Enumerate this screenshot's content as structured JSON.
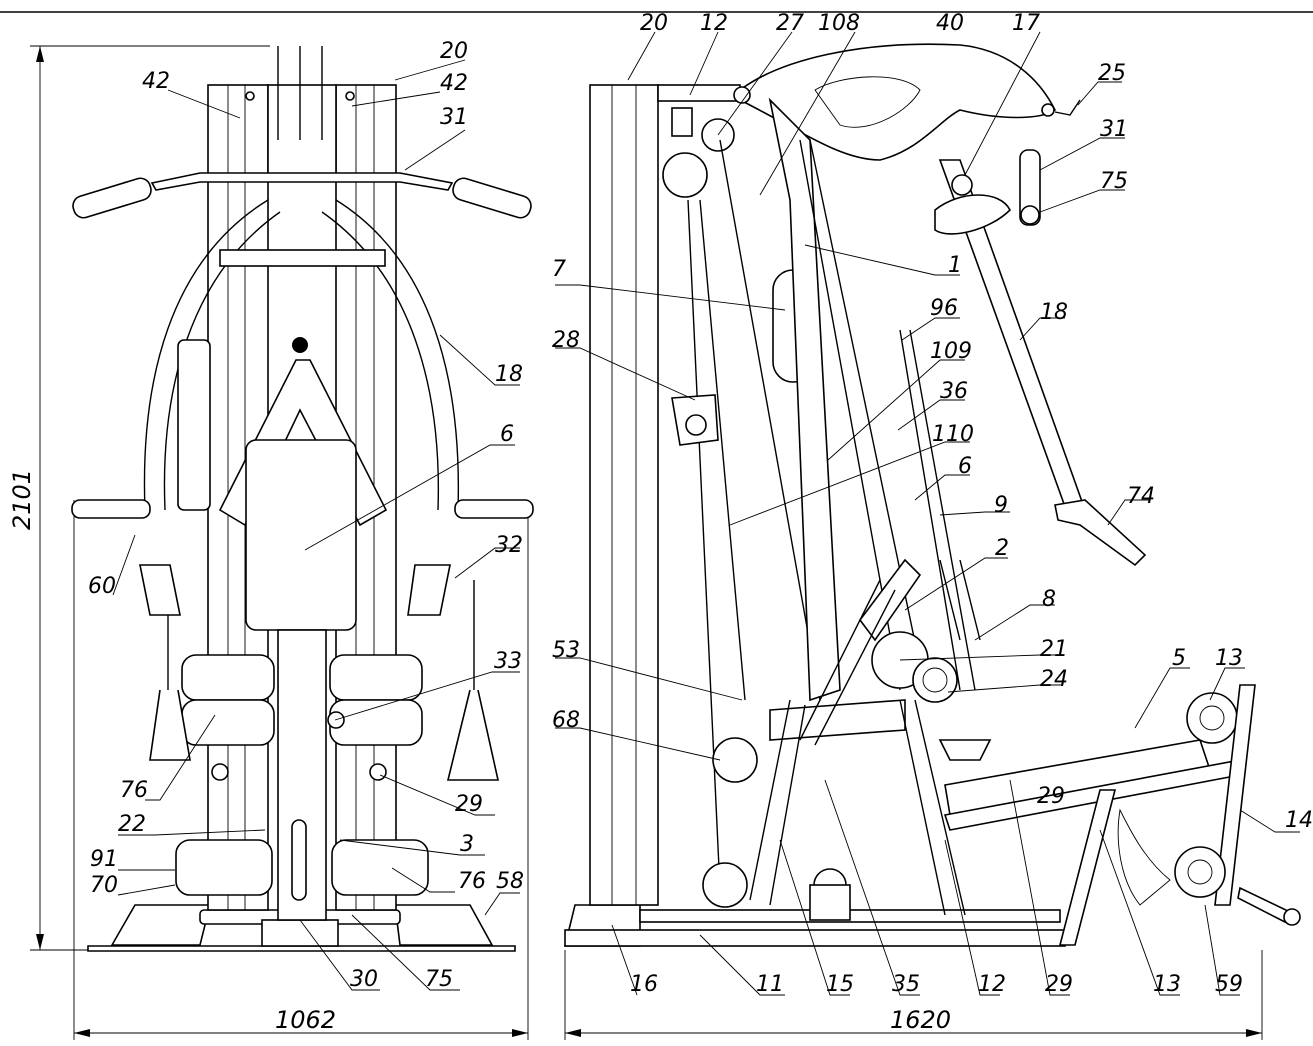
{
  "dimensions": {
    "front_height": "2101",
    "front_width": "1062",
    "side_width": "1620"
  },
  "front_labels": [
    "20",
    "42",
    "42",
    "31",
    "18",
    "6",
    "60",
    "32",
    "33",
    "76",
    "29",
    "22",
    "3",
    "91",
    "70",
    "76",
    "58",
    "30",
    "75"
  ],
  "side_labels": [
    "20",
    "12",
    "27",
    "108",
    "40",
    "17",
    "25",
    "31",
    "75",
    "1",
    "7",
    "96",
    "18",
    "28",
    "109",
    "36",
    "110",
    "6",
    "9",
    "74",
    "2",
    "8",
    "53",
    "21",
    "24",
    "5",
    "13",
    "68",
    "14",
    "29",
    "16",
    "11",
    "15",
    "35",
    "12",
    "29",
    "13",
    "59"
  ]
}
